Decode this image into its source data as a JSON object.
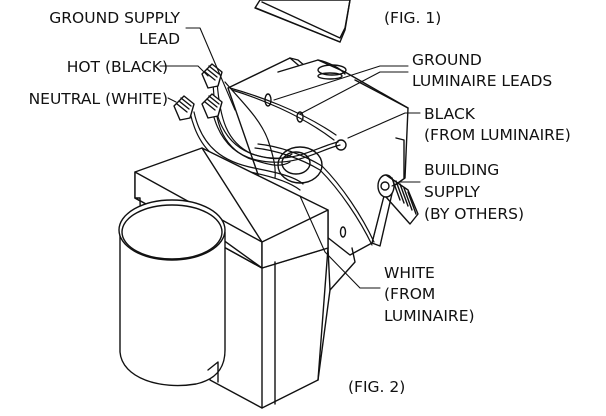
{
  "labels": {
    "fig1": "(FIG. 1)",
    "fig2": "(FIG. 2)",
    "ground_supply_1": "GROUND SUPPLY",
    "ground_supply_2": "LEAD",
    "hot": "HOT (BLACK)",
    "neutral": "NEUTRAL (WHITE)",
    "ground_lum_1": "GROUND",
    "ground_lum_2": "LUMINAIRE LEADS",
    "black_1": "BLACK",
    "black_2": "(FROM LUMINAIRE)",
    "building_1": "BUILDING",
    "building_2": "SUPPLY",
    "building_3": "(BY OTHERS)",
    "white_1": "WHITE",
    "white_2": "(FROM",
    "white_3": "LUMINAIRE)"
  },
  "colors": {
    "line": "#111111",
    "fill": "#ffffff",
    "shade": "#dcdcdc"
  }
}
